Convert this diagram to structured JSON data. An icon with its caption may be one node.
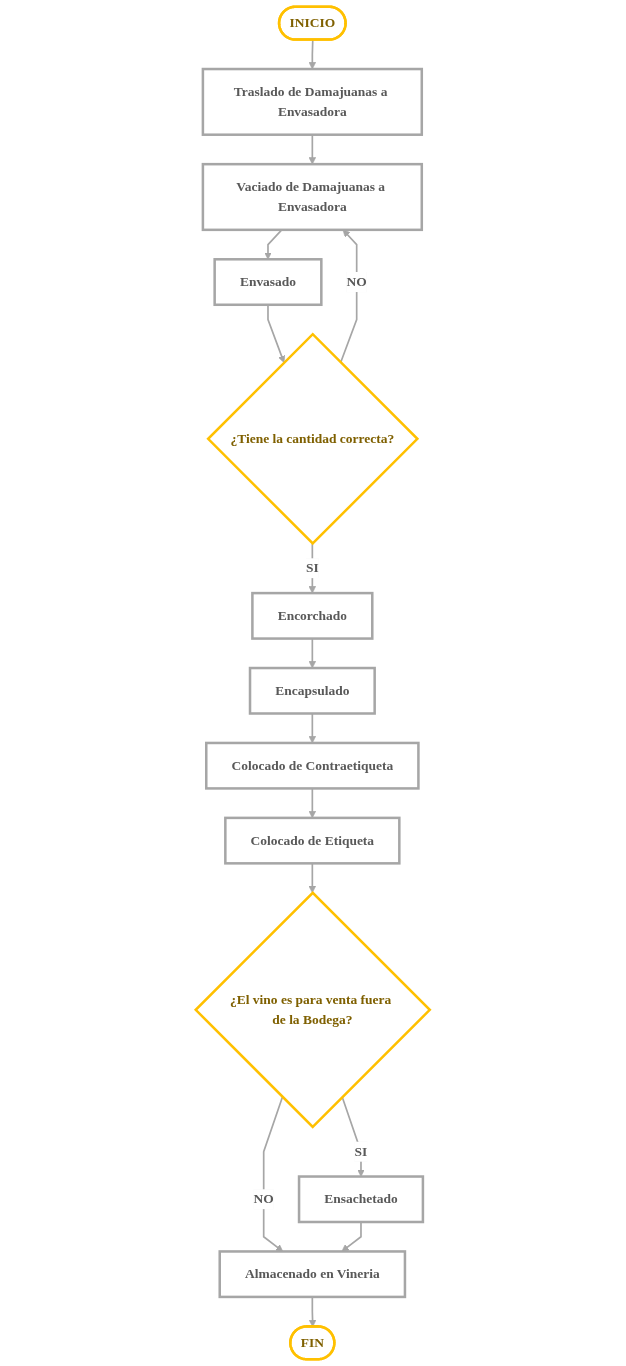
{
  "diagram": {
    "nodes": [
      {
        "text": [
          "INICIO"
        ]
      },
      {
        "text": [
          "Traslado de Damajuanas a Envasadora"
        ]
      },
      {
        "text": [
          "Vaciado de Damajuanas a Envasadora"
        ]
      },
      {
        "text": [
          "Envasado"
        ]
      },
      {
        "text": [
          "¿Tiene la cantidad correcta?"
        ]
      },
      {
        "text": [
          "Encorchado"
        ]
      },
      {
        "text": [
          "Encapsulado"
        ]
      },
      {
        "text": [
          "Colocado de Contraetiqueta"
        ]
      },
      {
        "text": [
          "Colocado de Etiqueta"
        ]
      },
      {
        "text": [
          "¿El vino es para venta fuera de la Bodega?"
        ]
      },
      {
        "text": [
          "Ensachetado"
        ]
      },
      {
        "text": [
          "Almacenado en Vineria"
        ]
      },
      {
        "text": [
          "FIN"
        ]
      }
    ],
    "edges": [
      {
        "from": 0,
        "to": 1,
        "arrow": "to"
      },
      {
        "from": 1,
        "to": 2,
        "arrow": "to"
      },
      {
        "from": 2,
        "to": 3,
        "arrow": "to"
      },
      {
        "from": 3,
        "to": 4,
        "arrow": "to"
      },
      {
        "from": 4,
        "to": 2,
        "arrow": "to",
        "label": "NO"
      },
      {
        "from": 4,
        "to": 5,
        "arrow": "to",
        "label": "SI"
      },
      {
        "from": 5,
        "to": 6,
        "arrow": "to"
      },
      {
        "from": 6,
        "to": 7,
        "arrow": "to"
      },
      {
        "from": 7,
        "to": 8,
        "arrow": "to"
      },
      {
        "from": 8,
        "to": 9,
        "arrow": "to"
      },
      {
        "from": 9,
        "to": 10,
        "arrow": "to",
        "label": "SI"
      },
      {
        "from": 9,
        "to": 11,
        "arrow": "to",
        "label": "NO"
      },
      {
        "from": 10,
        "to": 11,
        "arrow": "to"
      },
      {
        "from": 11,
        "to": 12,
        "arrow": "to"
      }
    ]
  }
}
